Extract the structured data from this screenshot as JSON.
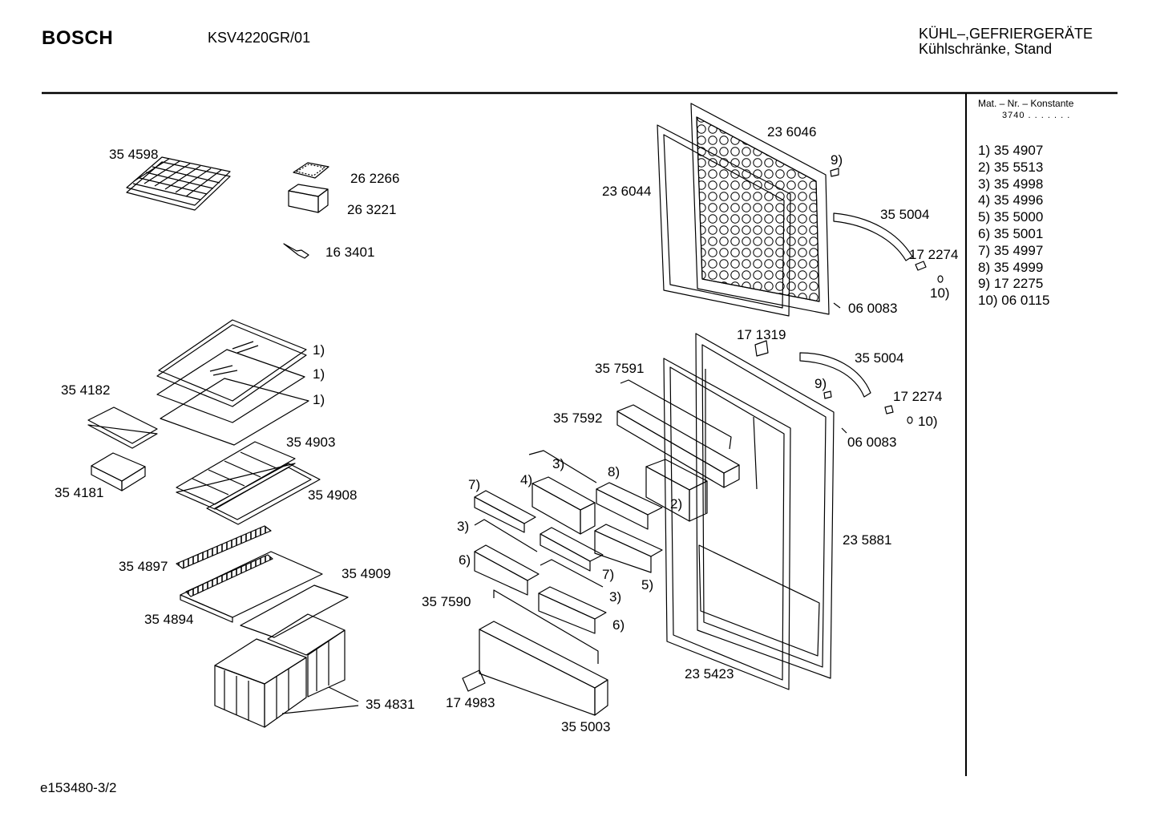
{
  "header": {
    "brand": "BOSCH",
    "model": "KSV4220GR/01",
    "category_line1": "KÜHL–,GEFRIERGERÄTE",
    "category_line2": "Kühlschränke, Stand"
  },
  "sidebar": {
    "mat_title": "Mat. – Nr. – Konstante",
    "mat_value": "3740 . .   . . . . .",
    "legend": [
      "1) 35 4907",
      "2) 35 5513",
      "3) 35 4998",
      "4) 35 4996",
      "5) 35 5000",
      "6) 35 5001",
      "7) 35 4997",
      "8) 35 4999",
      "9) 17 2275",
      "10) 06 0115"
    ]
  },
  "footer": {
    "ref": "e153480-3/2"
  },
  "labels": {
    "l354598": "35 4598",
    "l262266": "26 2266",
    "l263221": "26 3221",
    "l163401": "16 3401",
    "l1a": "1)",
    "l1b": "1)",
    "l1c": "1)",
    "l354182": "35 4182",
    "l354181": "35 4181",
    "l354903": "35 4903",
    "l354908": "35 4908",
    "l354897": "35 4897",
    "l354909": "35 4909",
    "l354894": "35 4894",
    "l354831": "35 4831",
    "l236046": "23 6046",
    "l236044": "23 6044",
    "l9a": "9)",
    "l355004a": "35 5004",
    "l172274a": "17 2274",
    "l10a": "10)",
    "l060083a": "06 0083",
    "l171319": "17 1319",
    "l355004b": "35 5004",
    "l9b": "9)",
    "l172274b": "17 2274",
    "l10b": "10)",
    "l060083b": "06 0083",
    "l357591": "35 7591",
    "l357592": "35 7592",
    "l3a": "3)",
    "l8": "8)",
    "l7a": "7)",
    "l4": "4)",
    "l2": "2)",
    "l3b": "3)",
    "l6a": "6)",
    "l7b": "7)",
    "l5": "5)",
    "l3c": "3)",
    "l6b": "6)",
    "l357590": "35 7590",
    "l235881": "23 5881",
    "l235423": "23 5423",
    "l174983": "17 4983",
    "l355003": "35 5003"
  }
}
